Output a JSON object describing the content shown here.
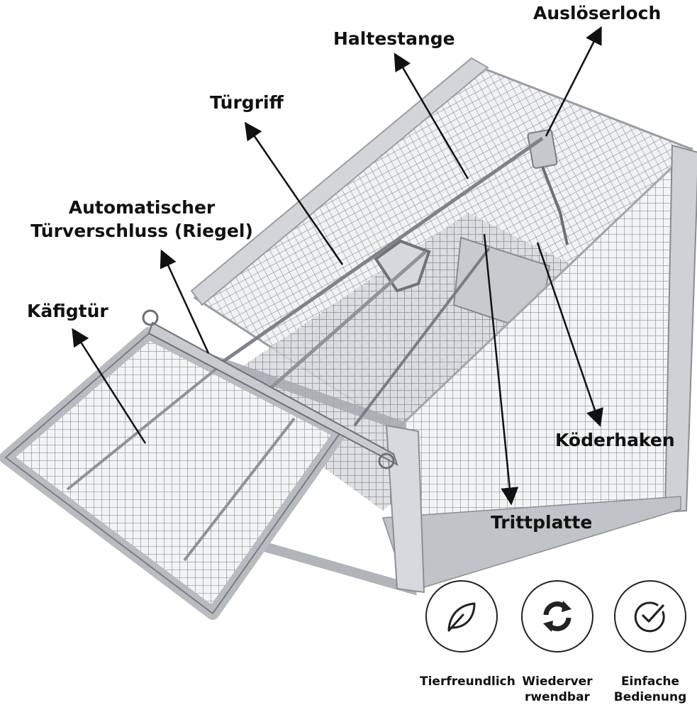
{
  "labels": {
    "trigger_hole": "Auslöserloch",
    "holding_rod": "Haltestange",
    "door_handle": "Türgriff",
    "auto_lock_line1": "Automatischer",
    "auto_lock_line2": "Türverschluss (Riegel)",
    "cage_door": "Käfigtür",
    "bait_hook": "Köderhaken",
    "treadle": "Trittplatte"
  },
  "features": [
    {
      "icon": "leaf-icon",
      "line1": "Tierfreundlich",
      "line2": ""
    },
    {
      "icon": "recycle-arrows-icon",
      "line1": "Wiederver",
      "line2": "rwendbar"
    },
    {
      "icon": "check-circle-icon",
      "line1": "Einfache",
      "line2": "Bedienung"
    }
  ],
  "colors": {
    "text": "#111111",
    "metal_light": "#e6e7e9",
    "metal_mid": "#b9bcc1",
    "metal_dark": "#6e7178",
    "arrow": "#111111"
  }
}
